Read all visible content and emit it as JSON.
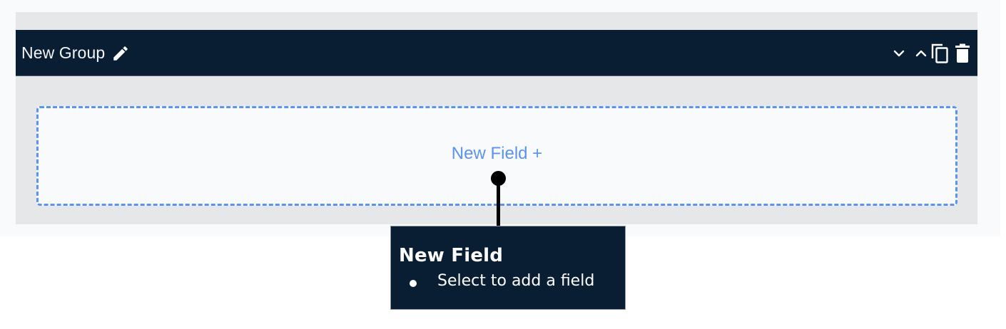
{
  "group": {
    "title": "New Group",
    "icons": {
      "edit": "pencil-icon",
      "move_down": "chevron-down-icon",
      "move_up": "chevron-up-icon",
      "duplicate": "copy-icon",
      "delete": "trash-icon"
    }
  },
  "drop_zone": {
    "label": "New Field +"
  },
  "tooltip": {
    "title": "New Field",
    "items": [
      "Select to add a field"
    ]
  },
  "colors": {
    "header_bg": "#0a1e33",
    "group_bg": "#e6e7e9",
    "page_bg": "#f8fafc",
    "accent": "#5b93ee",
    "tooltip_bg": "#0a1e33"
  }
}
